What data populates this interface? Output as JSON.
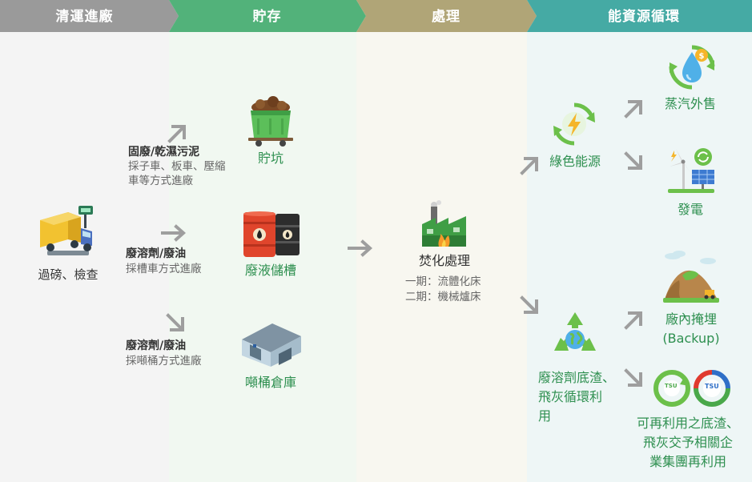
{
  "stages": [
    {
      "label": "清運進廠",
      "color": "#9a9a9a"
    },
    {
      "label": "貯存",
      "color": "#52b27a"
    },
    {
      "label": "處理",
      "color": "#b0a577"
    },
    {
      "label": "能資源循環",
      "color": "#45aaa4"
    }
  ],
  "intake": {
    "label": "過磅、檢查"
  },
  "routes": [
    {
      "title": "固廢/乾濕污泥",
      "desc": [
        "採子車、板車、壓縮",
        "車等方式進廠"
      ]
    },
    {
      "title": "廢溶劑/廢油",
      "desc": [
        "採槽車方式進廠"
      ]
    },
    {
      "title": "廢溶劑/廢油",
      "desc": [
        "採噸桶方式進廠"
      ]
    }
  ],
  "storage": [
    {
      "label": "貯坑"
    },
    {
      "label": "廢液儲槽"
    },
    {
      "label": "噸桶倉庫"
    }
  ],
  "treatment": {
    "label": "焚化處理",
    "phases": [
      "一期：流體化床",
      "二期：機械爐床"
    ]
  },
  "recycling": {
    "green_energy": "綠色能源",
    "steam": "蒸汽外售",
    "power": "發電",
    "residue_lines": [
      "廢溶劑底渣、",
      "飛灰循環利",
      "用"
    ],
    "landfill_lines": [
      "廠內掩埋",
      "(Backup)"
    ],
    "reuse_lines": [
      "可再利用之底渣、",
      "飛灰交予相關企",
      "業集團再利用"
    ],
    "tsu_badge": "TSU"
  }
}
